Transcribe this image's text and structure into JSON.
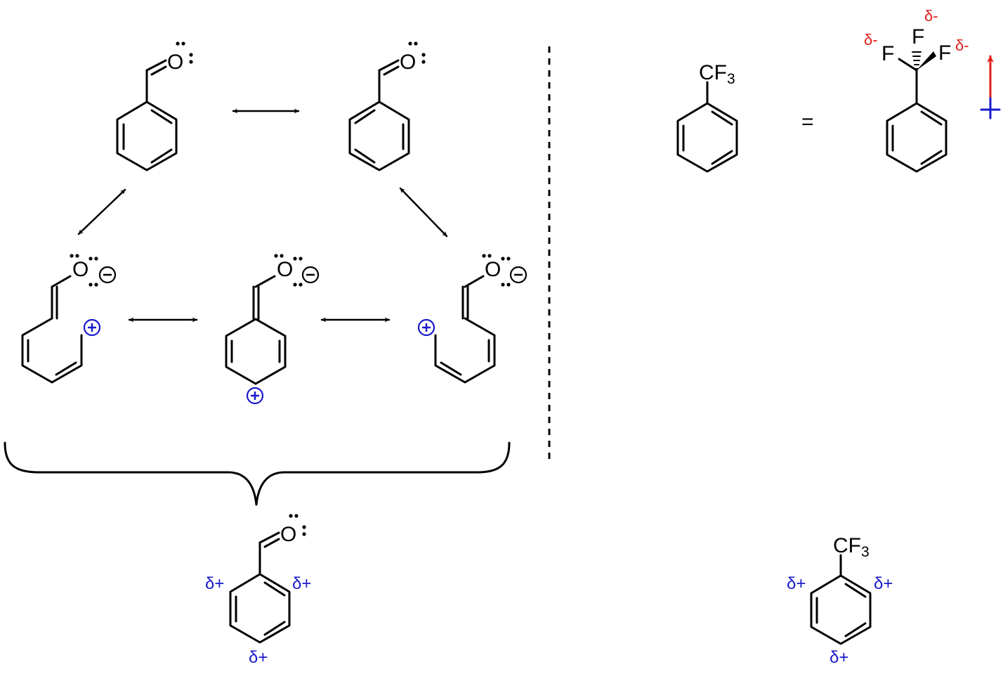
{
  "colors": {
    "bond": "#000000",
    "positive": "#1a1acc",
    "negative": "#e0201c",
    "background": "#ffffff"
  },
  "labels": {
    "oxygen": "O",
    "fluorine": "F",
    "cf3_main": "CF",
    "cf3_sub": "3",
    "equals": "=",
    "delta_plus": "δ+",
    "delta_minus": "δ-",
    "plus_sign": "+",
    "minus_sign": "−"
  },
  "icons": {
    "resonance_arrow": "double-headed-arrow-icon",
    "positive_charge": "circled-plus-icon",
    "negative_charge": "circled-minus-icon",
    "dipole": "dipole-arrow-icon",
    "brace": "curly-brace-icon"
  }
}
